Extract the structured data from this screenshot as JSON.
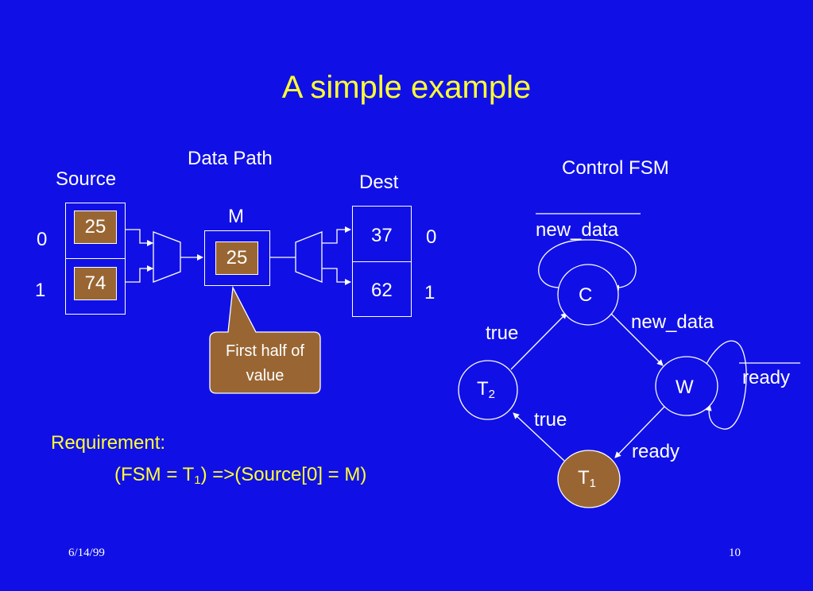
{
  "slide": {
    "title": "A simple example",
    "footer_date": "6/14/99",
    "page_number": "10"
  },
  "datapath": {
    "heading": "Data Path",
    "source_label": "Source",
    "dest_label": "Dest",
    "m_label": "M",
    "source_values": [
      "25",
      "74"
    ],
    "source_indices": [
      "0",
      "1"
    ],
    "m_value": "25",
    "dest_values": [
      "37",
      "62"
    ],
    "dest_indices": [
      "0",
      "1"
    ],
    "callout": "First half of value",
    "callout_line1": "First half of",
    "callout_line2": "value"
  },
  "fsm": {
    "heading": "Control FSM",
    "states": {
      "c": "C",
      "w": "W",
      "t1": "T",
      "t1_sub": "1",
      "t2": "T",
      "t2_sub": "2"
    },
    "edges": {
      "c_self": "new_data",
      "c_to_w": "new_data",
      "w_self": "ready",
      "w_to_t1": "ready",
      "t1_to_t2": "true",
      "t2_to_c": "true"
    },
    "overbar_labels": [
      "new_data (C self-loop)",
      "ready (W self-loop)"
    ]
  },
  "requirement": {
    "label": "Requirement:",
    "expr_prefix": "(FSM = T",
    "expr_sub": "1",
    "expr_suffix": ") =>(Source[0] = M)"
  },
  "colors": {
    "background": "#1010e6",
    "title": "#ffff33",
    "value_box": "#996633",
    "line": "#ffffff"
  }
}
